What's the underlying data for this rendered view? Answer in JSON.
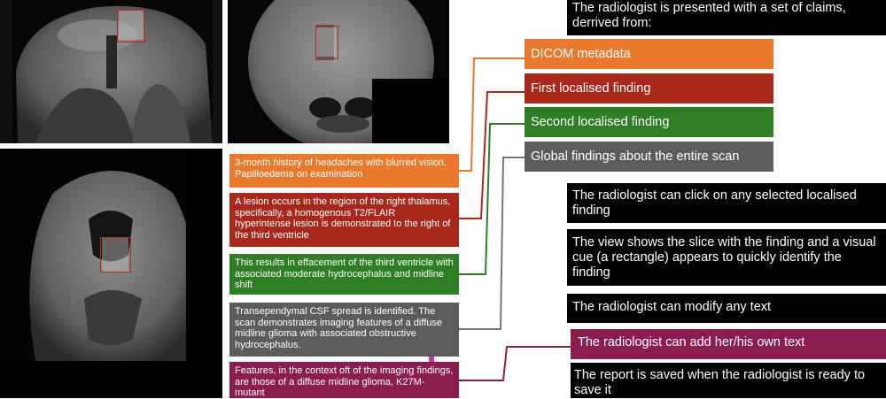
{
  "intro_text": "The radiologist is presented with a set of claims, derrived from:",
  "legend": [
    {
      "label": "DICOM metadata",
      "color": "#e8792d"
    },
    {
      "label": "First localised finding",
      "color": "#a8291c"
    },
    {
      "label": "Second localised finding",
      "color": "#2f7d25"
    },
    {
      "label": "Global findings about the entire scan",
      "color": "#5c5c5c"
    }
  ],
  "claims": [
    {
      "text": "3-month history of headaches with blurred vision. Papilloedema on examination",
      "color": "#e8792d"
    },
    {
      "text": "A lesion occurs in the region of the right thalamus, specifically, a homogenous T2/FLAIR hyperintense lesion is demonstrated to the right of the third ventricle",
      "color": "#a8291c"
    },
    {
      "text": "This results in effacement of the third ventricle with associated moderate hydrocephalus and midline shift",
      "color": "#2f7d25"
    },
    {
      "text": "Transependymal CSF spread is identified. The scan demonstrates imaging features of a diffuse midline glioma with associated obstructive hydrocephalus.",
      "color": "#5c5c5c"
    },
    {
      "text": "Features, in the context oft of the imaging findings, are those of a diffuse midline glioma, K27M-mutant",
      "color": "#8b1d4f"
    }
  ],
  "steps": [
    {
      "text": "The radiologist can click on any selected localised finding"
    },
    {
      "text": "The view shows the slice with the finding and a visual cue (a rectangle) appears to quickly identify the finding"
    },
    {
      "text": "The radiologist can modify any text"
    },
    {
      "text": "The radiologist can add her/his own text",
      "color": "#8b1d4f"
    },
    {
      "text": "The report is saved when the radiologist is ready to save it"
    }
  ],
  "colors": {
    "finding_marker": "#cc2222",
    "background": "#ffffff"
  },
  "scans": [
    {
      "view": "sagittal"
    },
    {
      "view": "axial"
    },
    {
      "view": "coronal"
    }
  ]
}
